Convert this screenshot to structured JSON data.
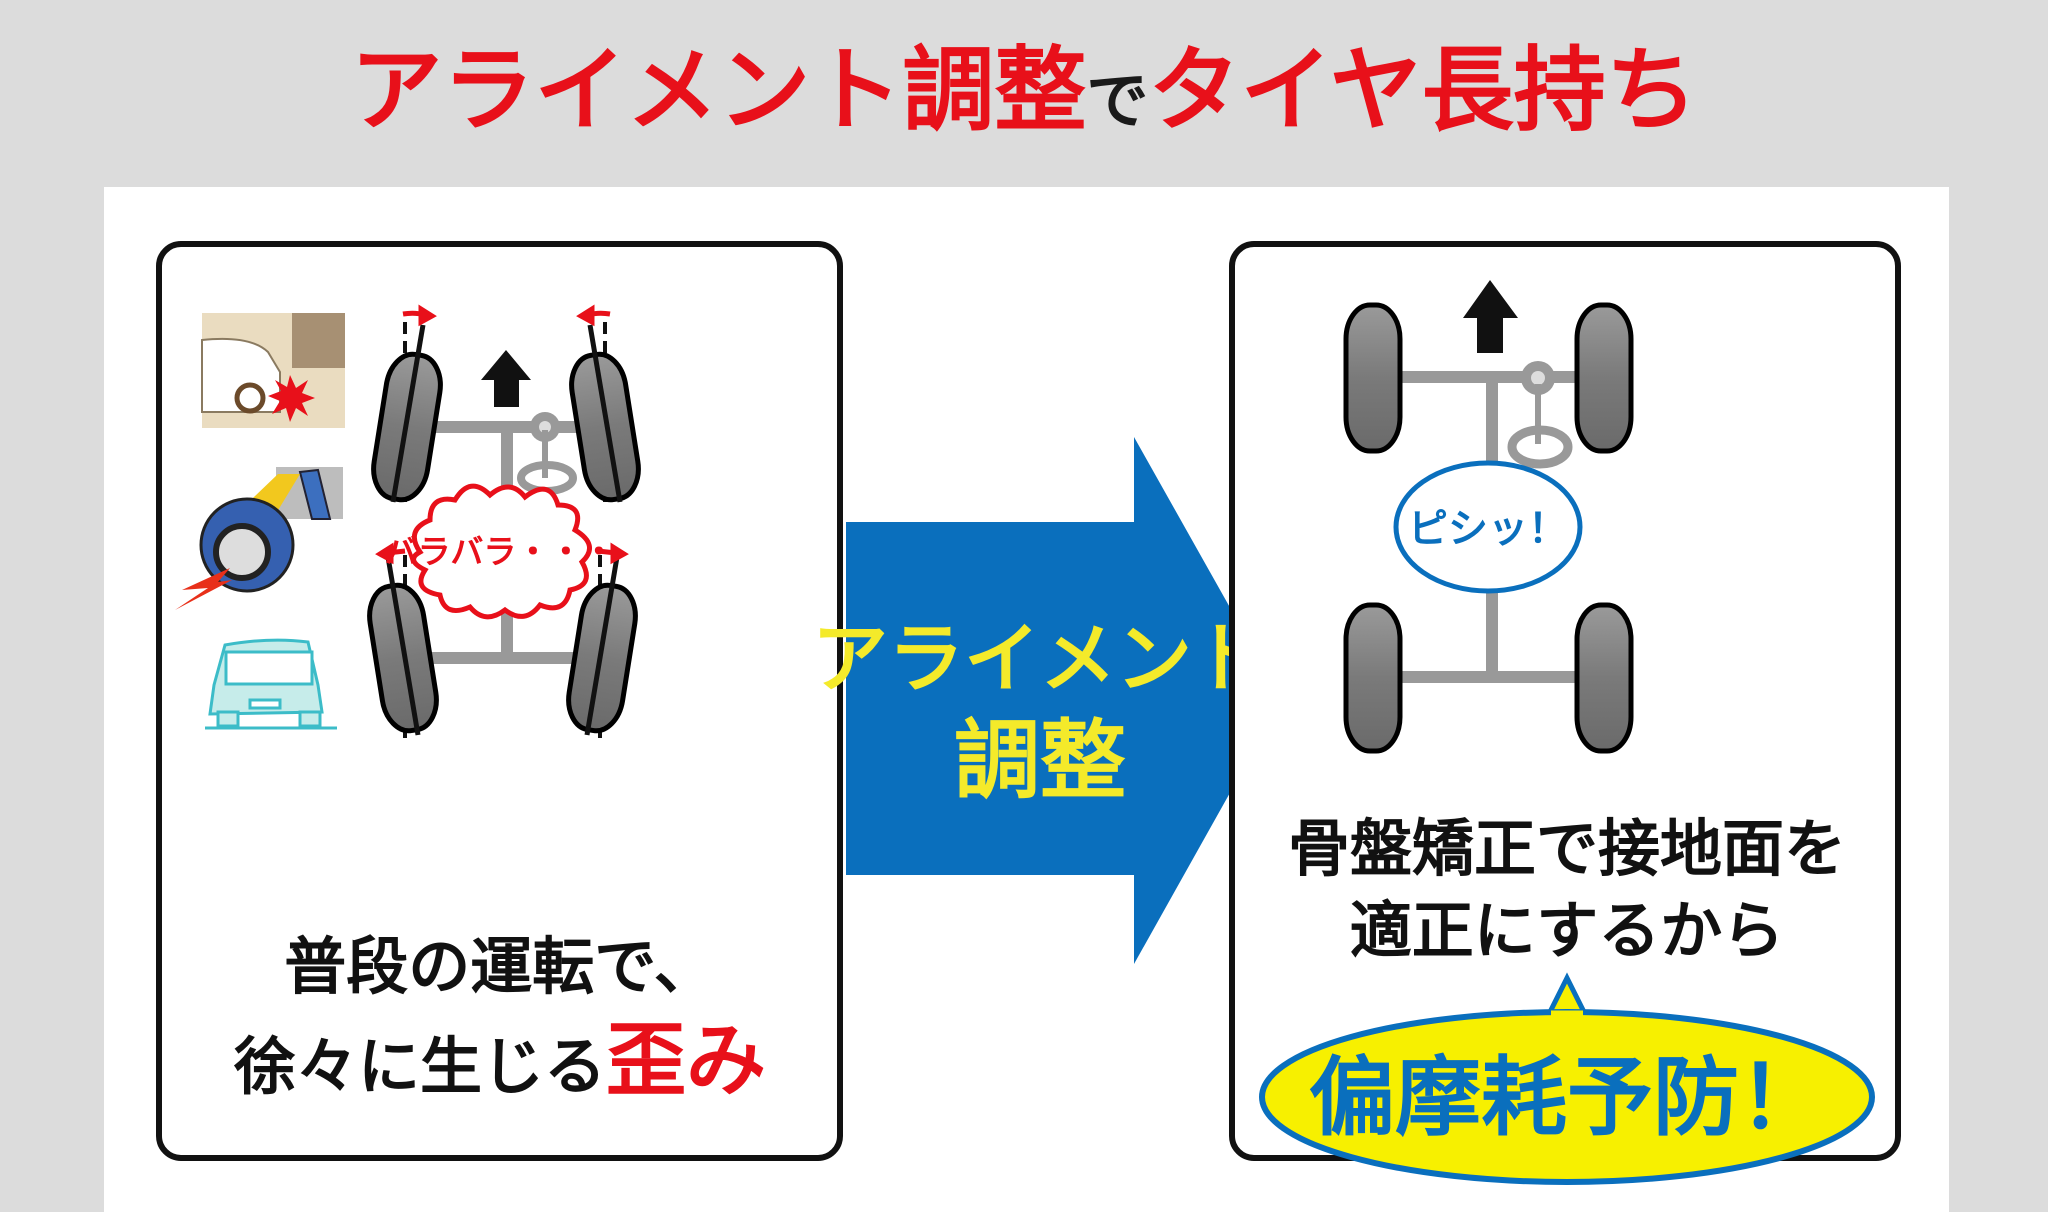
{
  "title": {
    "part1": "アライメント調整",
    "part2": "で",
    "part3": "タイヤ長持ち"
  },
  "left_panel": {
    "burst_text": "バラバラ・・・",
    "caption_line1": "普段の運転で、",
    "caption_line2": "徐々に生じる",
    "caption_highlight": "歪み"
  },
  "arrow": {
    "line1": "アライメント",
    "line2": "調整"
  },
  "right_panel": {
    "bubble_text": "ピシッ！",
    "caption_line1": "骨盤矯正で接地面を",
    "caption_line2": "適正にするから",
    "callout": "偏摩耗予防！"
  },
  "colors": {
    "accent_red": "#e8101a",
    "accent_blue": "#0a6fbd",
    "arrow_yellow": "#f4ea2a",
    "background": "#dcdcdc"
  }
}
